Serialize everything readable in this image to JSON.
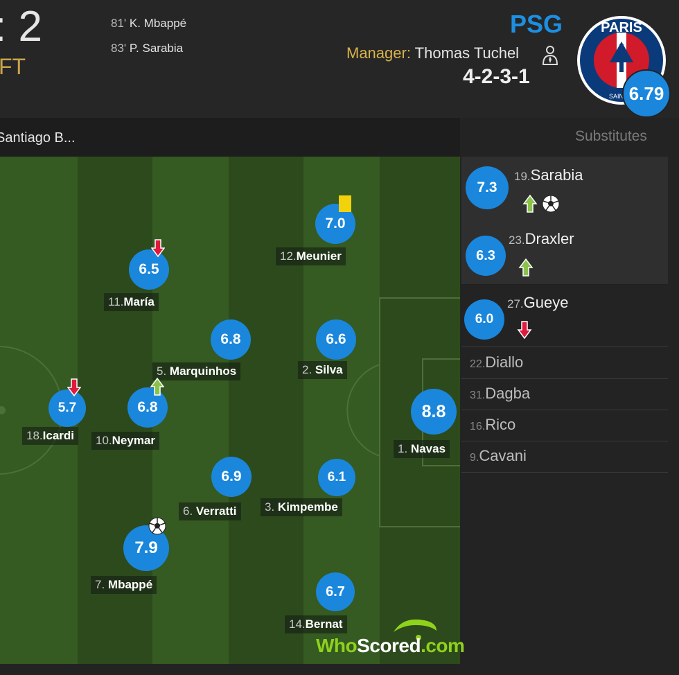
{
  "header": {
    "score": ": 2",
    "status": "FT",
    "goals": [
      {
        "minute": "81'",
        "player": "K. Mbappé"
      },
      {
        "minute": "83'",
        "player": "P. Sarabia"
      }
    ],
    "team": "PSG",
    "manager_label": "Manager:",
    "manager_name": "Thomas Tuchel",
    "formation": "4-2-3-1",
    "team_rating": "6.79",
    "crest_text": "PARIS",
    "crest_sub": "SAINT-G"
  },
  "venue": "Santiago B...",
  "substitutes_title": "Substitutes",
  "players": [
    {
      "num": "12.",
      "name": "Meunier",
      "rating": "7.0",
      "icon": "yellow-card-icon"
    },
    {
      "num": "11.",
      "name": "María",
      "rating": "6.5",
      "icon": "sub-off-arrow-icon"
    },
    {
      "num": "5.",
      "name": "Marquinhos",
      "rating": "6.8"
    },
    {
      "num": "2.",
      "name": "Silva",
      "rating": "6.6"
    },
    {
      "num": "18.",
      "name": "Icardi",
      "rating": "5.7",
      "icon": "sub-off-arrow-icon"
    },
    {
      "num": "10.",
      "name": "Neymar",
      "rating": "6.8",
      "icon": "sub-on-arrow-icon"
    },
    {
      "num": "1.",
      "name": "Navas",
      "rating": "8.8"
    },
    {
      "num": "6.",
      "name": "Verratti",
      "rating": "6.9"
    },
    {
      "num": "3.",
      "name": "Kimpembe",
      "rating": "6.1"
    },
    {
      "num": "7.",
      "name": "Mbappé",
      "rating": "7.9",
      "icon": "goal-ball-icon"
    },
    {
      "num": "14.",
      "name": "Bernat",
      "rating": "6.7"
    }
  ],
  "substitutes": [
    {
      "num": "19.",
      "name": "Sarabia",
      "rating": "7.3",
      "icons": [
        "sub-on-arrow-icon",
        "goal-ball-icon"
      ]
    },
    {
      "num": "23.",
      "name": "Draxler",
      "rating": "6.3",
      "icons": [
        "sub-on-arrow-icon"
      ]
    },
    {
      "num": "27.",
      "name": "Gueye",
      "rating": "6.0",
      "icons": [
        "sub-off-arrow-icon"
      ]
    }
  ],
  "bench": [
    {
      "num": "22.",
      "name": "Diallo"
    },
    {
      "num": "31.",
      "name": "Dagba"
    },
    {
      "num": "16.",
      "name": "Rico"
    },
    {
      "num": "9.",
      "name": "Cavani"
    }
  ],
  "branding": {
    "part1": "Who",
    "part2": "Scored",
    "part3": ".com"
  },
  "colors": {
    "rating_blue": "#1a87dc",
    "pitch_dark": "#2d4a1c",
    "pitch_light": "#355a22",
    "manager_label": "#d8b34a",
    "team_name": "#1d8fe2"
  }
}
